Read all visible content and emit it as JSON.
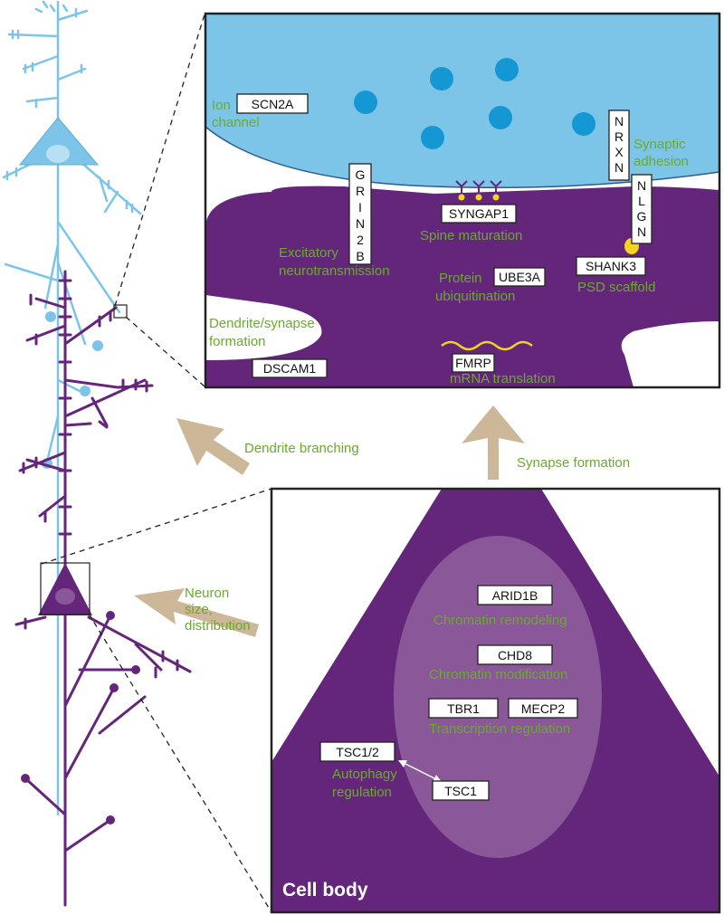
{
  "colors": {
    "presynaptic": "#7cc5e8",
    "vesicle": "#1597d3",
    "postsynaptic": "#64267a",
    "nucleus": "#8a5898",
    "label_green": "#6aaa2e",
    "arrow": "#cdb799",
    "spine_yellow": "#f3d521"
  },
  "synapse": {
    "ion_label_1": "Ion",
    "ion_label_2": "channel",
    "scn2a": "SCN2A",
    "adhesion_1": "Synaptic",
    "adhesion_2": "adhesion",
    "nrxn": [
      "N",
      "R",
      "X",
      "N"
    ],
    "nlgn": [
      "N",
      "L",
      "G",
      "N"
    ],
    "grin2b": [
      "G",
      "R",
      "I",
      "N",
      "2",
      "B"
    ],
    "syngap1": "SYNGAP1",
    "spine_label": "Spine maturation",
    "excit_1": "Excitatory",
    "excit_2": "neurotransmission",
    "protein_label": "Protein",
    "ube3a": "UBE3A",
    "ubiq_label": "ubiquitination",
    "shank3": "SHANK3",
    "psd_label": "PSD scaffold",
    "dendrite_1": "Dendrite/synapse",
    "dendrite_2": "formation",
    "dscam1": "DSCAM1",
    "fmrp": "FMRP",
    "mrna_label": "mRNA translation"
  },
  "arrows": {
    "dendrite_branching": "Dendrite branching",
    "synapse_formation": "Synapse formation",
    "neuron_1": "Neuron",
    "neuron_2": "size,",
    "neuron_3": "distribution"
  },
  "cell_body": {
    "title": "Cell body",
    "arid1b": "ARID1B",
    "chromatin_remodeling": "Chromatin remodeling",
    "chd8": "CHD8",
    "chromatin_modification": "Chromatin modification",
    "tbr1": "TBR1",
    "mecp2": "MECP2",
    "transcription": "Transcription regulation",
    "tsc12": "TSC1/2",
    "autophagy_1": "Autophagy",
    "autophagy_2": "regulation",
    "tsc1": "TSC1"
  }
}
